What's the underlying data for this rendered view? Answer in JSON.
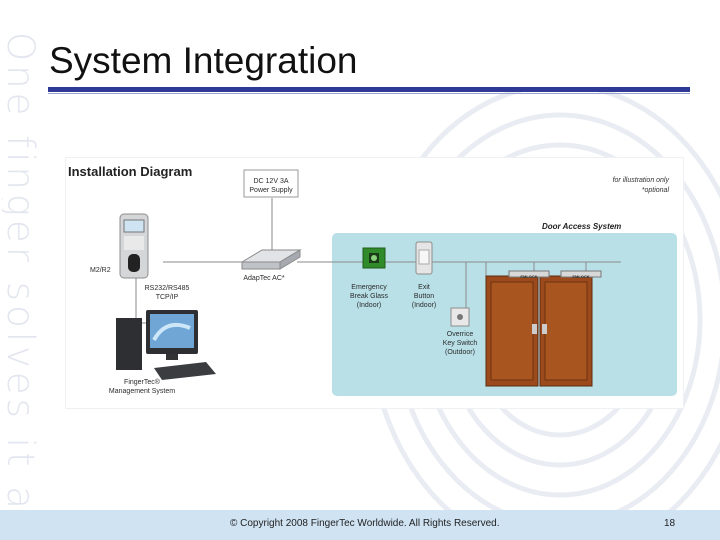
{
  "slide": {
    "title": "System Integration",
    "side_slogan": "One finger solves it all"
  },
  "diagram": {
    "title": "Installation Diagram",
    "note_line1": "for illustration only",
    "note_line2": "*optional",
    "door_access_title": "Door Access System",
    "labels": {
      "power_line1": "DC 12V 3A",
      "power_line2": "Power Supply",
      "m2r2": "M2/R2",
      "adaptec": "AdapTec AC*",
      "rs232_line1": "RS232/RS485",
      "rs232_line2": "TCP/IP",
      "mgmt_line1": "FingerTec®",
      "mgmt_line2": "Management System",
      "ebg_line1": "Emergency",
      "ebg_line2": "Break Glass",
      "ebg_line3": "(Indoor)",
      "exit_line1": "Exit",
      "exit_line2": "Button",
      "exit_line3": "(Indoor)",
      "override_line1": "Overrice",
      "override_line2": "Key Switch",
      "override_line3": "(Outdoor)",
      "emlock1": "EMLOCK",
      "emlock2": "EMLOCK"
    }
  },
  "footer": {
    "copyright": "© Copyright 2008 FingerTec Worldwide. All Rights Reserved.",
    "page_number": "18"
  },
  "colors": {
    "title_rule": "#2f3a96",
    "footer_bg": "#cfe3f3",
    "door_area": "#b9e0e7",
    "door": "#9c4a1c"
  }
}
